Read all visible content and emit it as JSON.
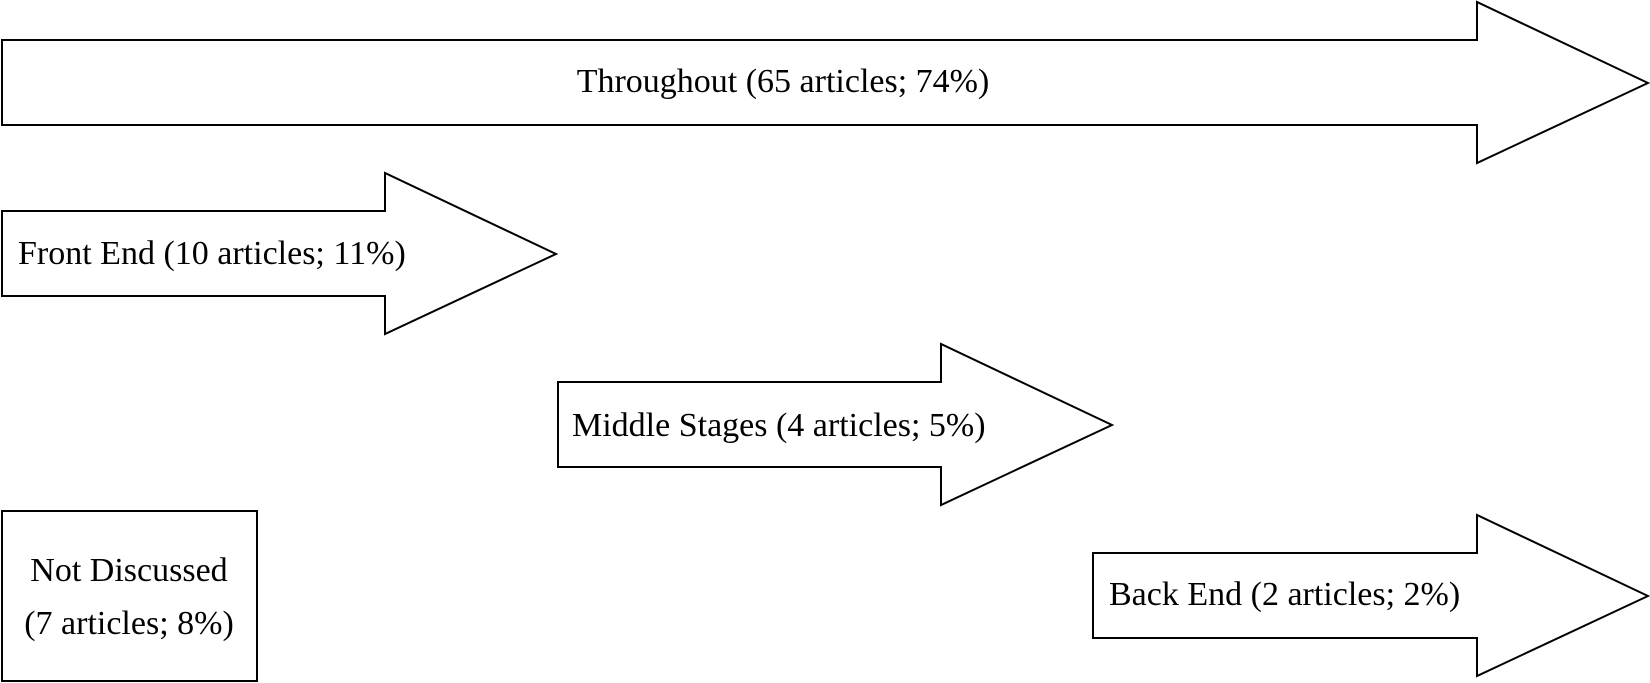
{
  "diagram": {
    "throughout": {
      "label": "Throughout (65 articles; 74%)"
    },
    "front_end": {
      "label": "Front End (10 articles; 11%)"
    },
    "middle_stages": {
      "label": "Middle Stages (4 articles; 5%)"
    },
    "back_end": {
      "label": "Back End (2 articles; 2%)"
    },
    "not_discussed": {
      "line1": "Not Discussed",
      "line2": "(7 articles; 8%)"
    },
    "colors": {
      "stroke": "#000000",
      "fill": "#ffffff",
      "text": "#000000"
    }
  }
}
